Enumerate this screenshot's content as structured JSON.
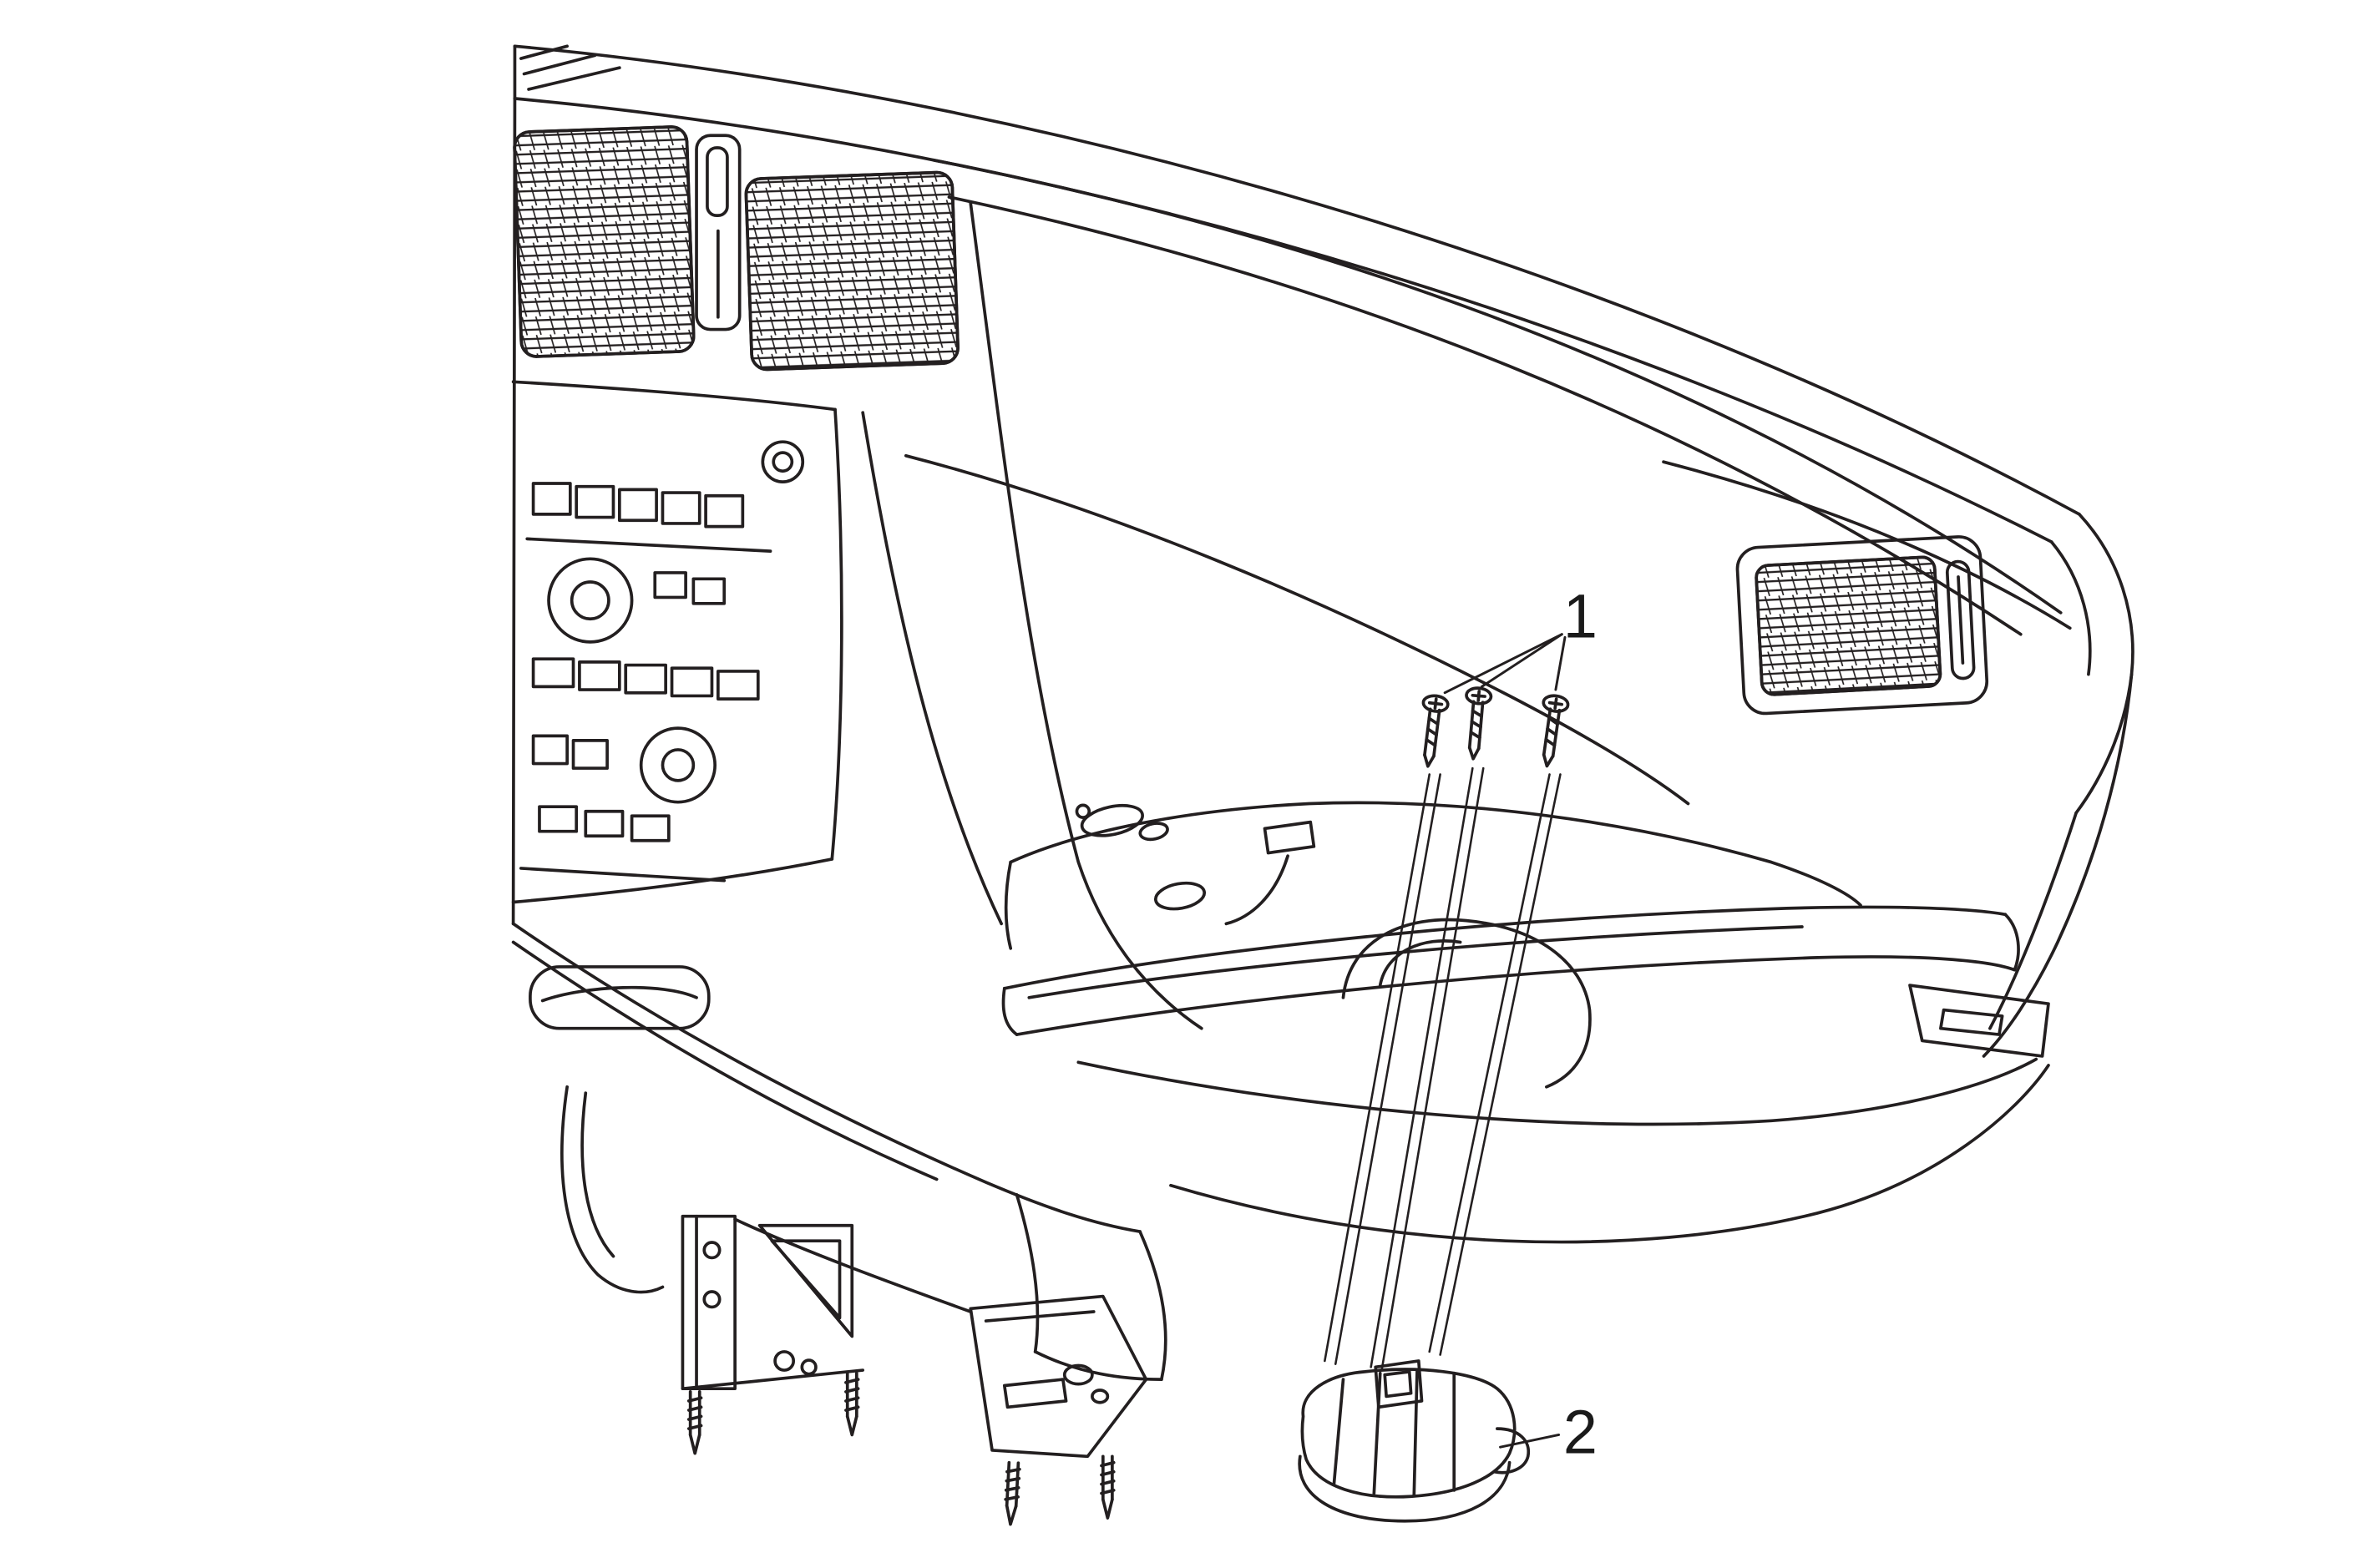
{
  "figure": {
    "type": "technical-line-illustration",
    "subject": "Vehicle instrument panel shown with glove box area open, fasteners and lower module exploded",
    "background_color": "#ffffff",
    "line_color": "#231f20",
    "callouts": [
      {
        "label": "1",
        "points_to": "three mounting screws"
      },
      {
        "label": "2",
        "points_to": "lower module / actuator component"
      }
    ]
  }
}
